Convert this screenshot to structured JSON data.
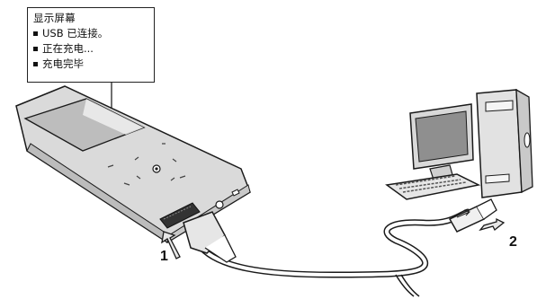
{
  "callout": {
    "title": "显示屏幕",
    "items": [
      "USB 已连接。",
      "正在充电...",
      "充电完毕"
    ]
  },
  "steps": {
    "one": "1",
    "two": "2"
  },
  "icons": {
    "player": "mp3-player-icon",
    "computer": "desktop-computer-icon",
    "cable": "usb-cable-icon",
    "arrow": "insert-arrow-icon"
  },
  "colors": {
    "stroke": "#1a1a1a",
    "device": "#d9d9d9",
    "screen": "#bfbfbf",
    "arrow": "#e6e6e6"
  }
}
